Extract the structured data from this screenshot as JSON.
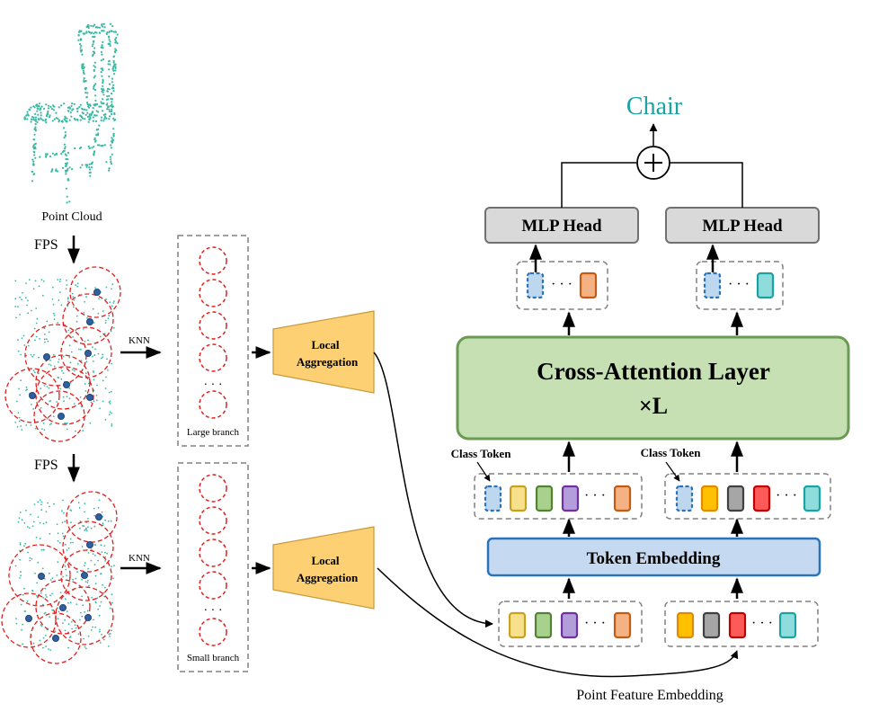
{
  "input": {
    "point_cloud_label": "Point Cloud",
    "fps_label_1": "FPS",
    "fps_label_2": "FPS",
    "knn_label_1": "KNN",
    "knn_label_2": "KNN"
  },
  "branches": {
    "large": {
      "label": "Large branch",
      "ellipsis": "· · ·"
    },
    "small": {
      "label": "Small branch",
      "ellipsis": "· · ·"
    }
  },
  "local_aggregation": {
    "line1": "Local",
    "line2": "Aggregation"
  },
  "point_feature_embedding_label": "Point Feature Embedding",
  "token_embedding_label": "Token Embedding",
  "class_token_label_left": "Class Token",
  "class_token_label_right": "Class Token",
  "cross_attention": {
    "line1": "Cross-Attention Layer",
    "line2": "×L"
  },
  "mlp_head_left": "MLP Head",
  "mlp_head_right": "MLP Head",
  "output_label": "Chair",
  "ellipsis": "· · ·",
  "colors": {
    "teal": "#1aa3a3",
    "point_teal": "#39b8a3",
    "center_blue": "#2f5f9e",
    "red_dash": "#e02020",
    "aggregation_fill": "#fdd073",
    "aggregation_stroke": "#c9983a",
    "token_embed_fill": "#c5daf0",
    "token_embed_stroke": "#2b73b8",
    "cross_attn_fill": "#c6e0b4",
    "cross_attn_stroke": "#6a9a54",
    "mlp_fill": "#d9d9d9",
    "mlp_stroke": "#707070",
    "class_token_fill": "#bdd7ee",
    "class_token_stroke": "#2b73b8",
    "token_yellow": "#f7e08c",
    "token_yellow_stroke": "#c9a11a",
    "token_green": "#a9d18e",
    "token_green_stroke": "#548235",
    "token_purple": "#b39ddb",
    "token_purple_stroke": "#7030a0",
    "token_peach": "#f4b183",
    "token_peach_stroke": "#c55a11",
    "token_orange": "#ffc000",
    "token_orange_stroke": "#e08a00",
    "token_gray": "#a6a6a6",
    "token_gray_stroke": "#404040",
    "token_red": "#ff5a5a",
    "token_red_stroke": "#c00000",
    "token_cyan": "#8fdcdc",
    "token_cyan_stroke": "#1aa3a3"
  }
}
